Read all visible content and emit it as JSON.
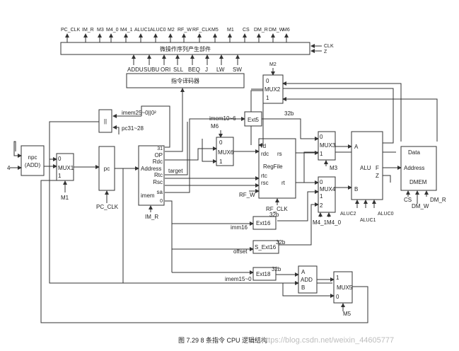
{
  "top_signals": [
    "PC_CLK",
    "IM_R",
    "M3",
    "M4_0",
    "M4_1",
    "ALUC1",
    "ALUC0",
    "M2",
    "RF_W",
    "RF_CLK",
    "M5",
    "M1",
    "CS",
    "DM_R",
    "DM_W",
    "M6"
  ],
  "seq": {
    "label": "微操作序列产生部件",
    "clk": "CLK",
    "z": "Z"
  },
  "decoder": {
    "label": "指令译码器",
    "ops": [
      "ADDU",
      "SUBU",
      "ORI",
      "SLL",
      "BEQ",
      "J",
      "LW",
      "SW"
    ]
  },
  "npc": {
    "line1": "npc",
    "line2": "(ADD)",
    "in": "4"
  },
  "mux1": {
    "label": "MUX1",
    "i0": "0",
    "i1": "1",
    "sel": "M1"
  },
  "pc": {
    "label": "pc",
    "clk": "PC_CLK"
  },
  "im": {
    "address": "Address",
    "op": "OP",
    "rdc": "Rdc",
    "rtc": "Rtc",
    "rsc": "Rsc",
    "sa": "sa",
    "imem": "imem",
    "num31": "31",
    "num0": "0",
    "ctrl": "IM_R"
  },
  "concat": {
    "label": "||",
    "a": "imem25~0||0²",
    "b": "pc31~28"
  },
  "mux6": {
    "label": "MUX6",
    "i0": "0",
    "i1": "1",
    "sel": "M6",
    "imem_label": "imem10~6"
  },
  "target_label": "target",
  "regfile": {
    "label": "RegFile",
    "rd": "rd",
    "rdc": "rdc",
    "rtc": "rtc",
    "rsc": "rsc",
    "rs": "rs",
    "rt": "rt",
    "rfw": "RF_W",
    "rfclk": "RF_CLK"
  },
  "ext5": {
    "label": "Ext5",
    "bits": "32b"
  },
  "mux2": {
    "label": "MUX2",
    "i0": "0",
    "i1": "1",
    "sel": "M2"
  },
  "mux3": {
    "label": "MUX3",
    "i0": "0",
    "i1": "1",
    "sel": "M3"
  },
  "mux4": {
    "label": "MUX4",
    "i0": "0",
    "i1": "1",
    "i2": "2",
    "sel1": "M4_1",
    "sel0": "M4_0"
  },
  "alu": {
    "label": "ALU",
    "a": "A",
    "b": "B",
    "f": "F",
    "z": "Z",
    "c2": "ALUC2",
    "c1": "ALUC1",
    "c0": "ALUC0"
  },
  "dmem": {
    "label": "DMEM",
    "data": "Data",
    "address": "Address",
    "cs": "CS",
    "dmw": "DM_W",
    "dmr": "DM_R"
  },
  "ext16": {
    "label": "Ext16",
    "bits": "32b",
    "src": "imm16"
  },
  "sext16": {
    "label": "S_Ext16",
    "bits": "32b",
    "src": "offset"
  },
  "ext18": {
    "label": "Ext18",
    "bits": "32b",
    "src": "imem15~0"
  },
  "add": {
    "label": "ADD",
    "a": "A",
    "b": "B"
  },
  "mux5": {
    "label": "MUX5",
    "i0": "0",
    "i1": "1",
    "sel": "M5"
  },
  "caption": "图 7.29   8 条指令 CPU 逻辑结构",
  "watermark": "https://blog.csdn.net/weixin_44605777"
}
